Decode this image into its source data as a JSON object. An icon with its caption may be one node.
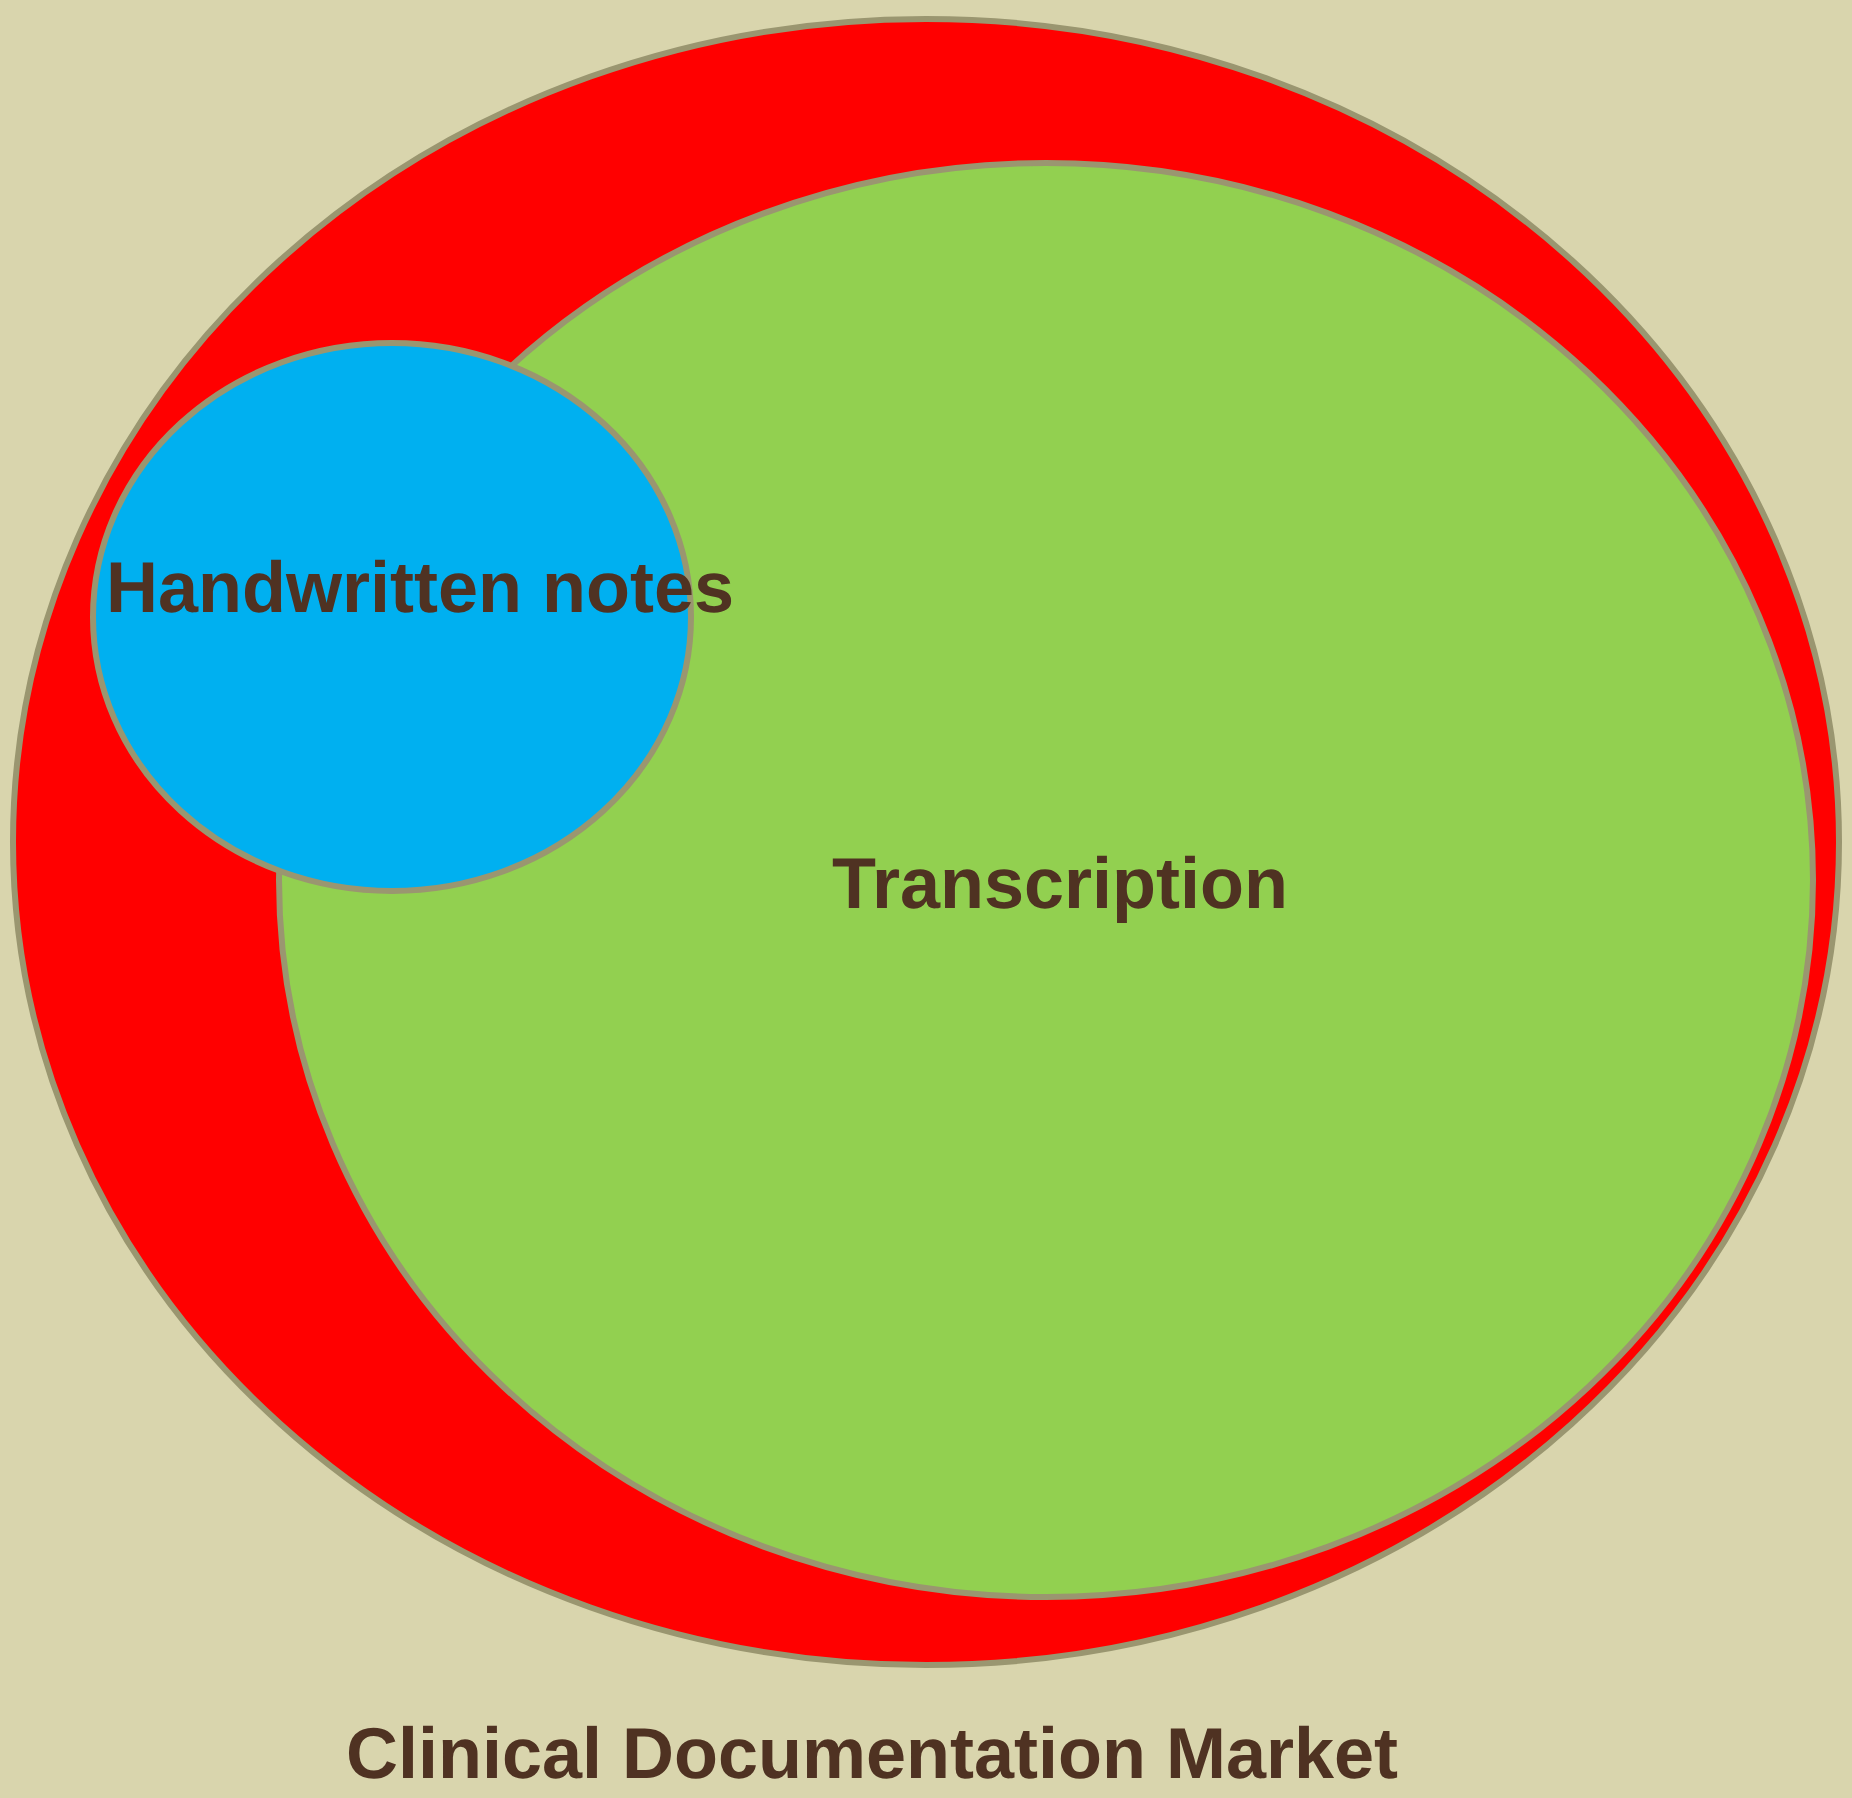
{
  "diagram": {
    "nodes": [
      {
        "text": [
          "Clinical Documentation Market"
        ]
      },
      {
        "text": [
          "Transcription"
        ],
        "in": 0
      },
      {
        "text": [
          "Handwritten notes"
        ],
        "in": 0
      }
    ]
  }
}
